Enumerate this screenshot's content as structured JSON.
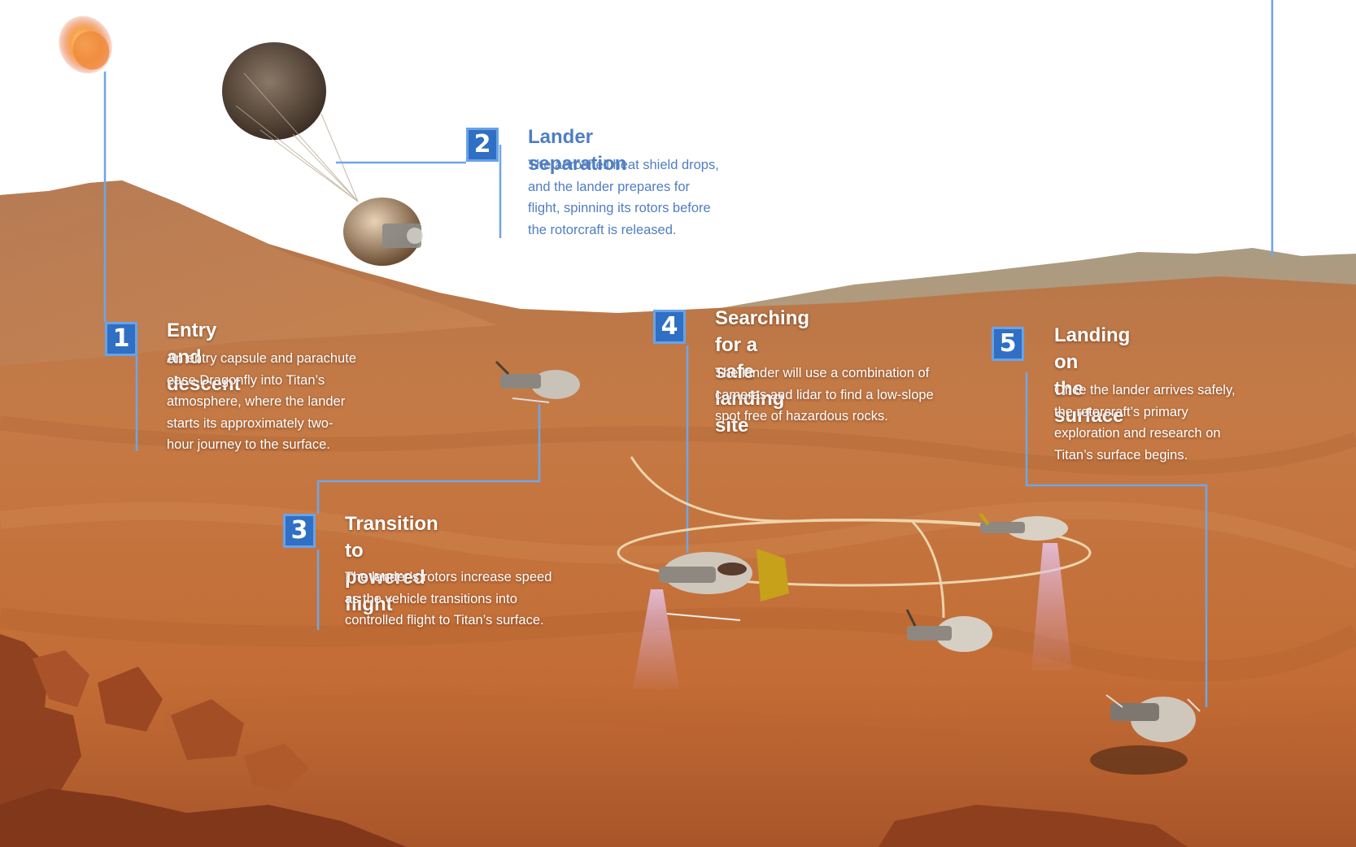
{
  "palette": {
    "sky": "#ffffff",
    "terrain": "#c4733e",
    "accent_line": "#6fa6e6",
    "badge_fill": "#2f6fc4",
    "heading_blue": "#4f7ec2",
    "flight_path": "#f1dfb8"
  },
  "steps": [
    {
      "number": "1",
      "title": "Entry and descent",
      "description": "An entry capsule and parachute\nease Dragonfly into Titan’s\natmosphere, where the lander\nstarts its approximately two-\nhour journey to the surface."
    },
    {
      "number": "2",
      "title": "Lander separation",
      "description": "The aeroshell heat shield drops,\nand the lander prepares for\nflight, spinning its rotors before\nthe rotorcraft is released."
    },
    {
      "number": "3",
      "title": "Transition to\npowered flight",
      "description": "The lander’s rotors increase speed\nas the vehicle transitions into\ncontrolled flight to Titan’s surface."
    },
    {
      "number": "4",
      "title": "Searching for a\nsafe landing site",
      "description": "The lander will use a combination of\ncameras and lidar to find a low-slope\nspot free of hazardous rocks."
    },
    {
      "number": "5",
      "title": "Landing on\nthe surface",
      "description": "Once the lander arrives safely,\nthe rotorcraft’s primary\nexploration and research on\nTitan’s surface begins."
    }
  ],
  "illustrations": [
    "entry-capsule-icon",
    "parachute-icon",
    "aeroshell-lander-icon",
    "rotorcraft-icon",
    "lidar-beam-icon",
    "flight-path-icon"
  ]
}
